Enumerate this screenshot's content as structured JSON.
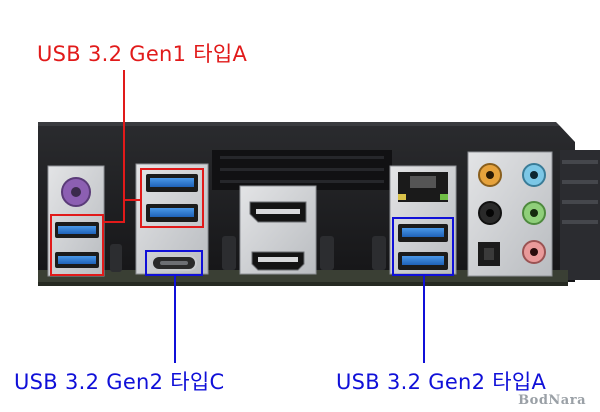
{
  "labels": {
    "top": "USB 3.2 Gen1 타입A",
    "bottom_left": "USB 3.2 Gen2 타입C",
    "bottom_right": "USB 3.2 Gen2 타입A"
  },
  "watermark": "BodNara",
  "colors": {
    "gen1_highlight": "#e11a1a",
    "gen2_highlight": "#1010d8",
    "usb_blue_port": "#2f7fd6",
    "panel": "#1f1f21",
    "pcb": "#3a3f34"
  },
  "ports": [
    "ps2-combo-port",
    "usb-a-port",
    "usb-c-port",
    "displayport",
    "hdmi-port",
    "ethernet-port",
    "audio-jack",
    "optical-spdif-port"
  ]
}
